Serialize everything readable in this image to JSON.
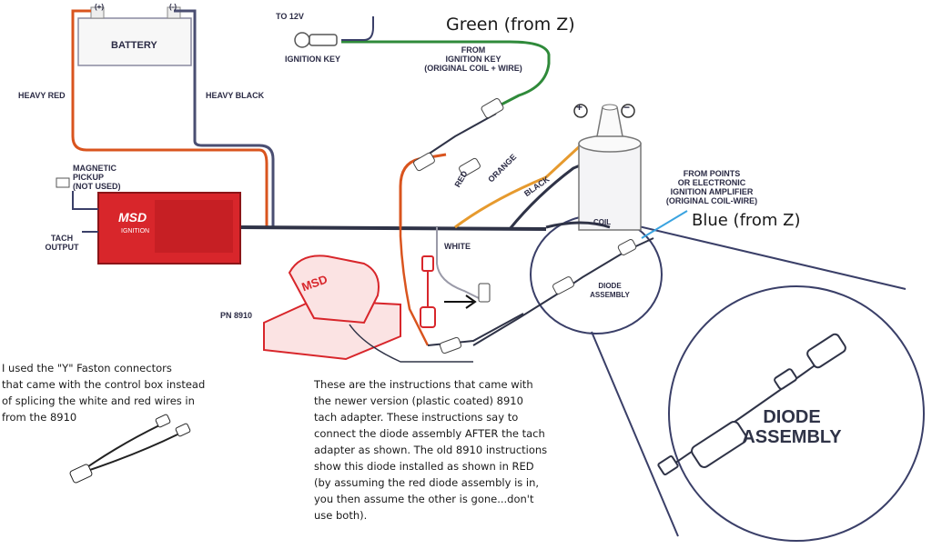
{
  "labels": {
    "battery": "BATTERY",
    "batt_pos": "(+)",
    "batt_neg": "(-)",
    "heavy_red": "HEAVY RED",
    "heavy_black": "HEAVY BLACK",
    "to_12v": "TO 12V",
    "ignition_key": "IGNITION KEY",
    "from_ignition_key": [
      "FROM",
      "IGNITION KEY",
      "(ORIGINAL COIL + WIRE)"
    ],
    "magnetic_pickup": [
      "MAGNETIC",
      "PICKUP",
      "(NOT USED)"
    ],
    "tach_output": [
      "TACH",
      "OUTPUT"
    ],
    "msd_brand": "MSD",
    "msd_sub": "IGNITION",
    "red": "RED",
    "orange": "ORANGE",
    "black": "BLACK",
    "white": "WHITE",
    "coil": "COIL",
    "coil_pos": "+",
    "coil_neg": "−",
    "from_points": [
      "FROM POINTS",
      "OR ELECTRONIC",
      "IGNITION AMPLIFIER",
      "(ORIGINAL COIL-WIRE)"
    ],
    "diode_small": [
      "DIODE",
      "ASSEMBLY"
    ],
    "pn": "PN 8910",
    "diode_big": [
      "DIODE",
      "ASSEMBLY"
    ]
  },
  "handwritten": {
    "green": "Green (from Z)",
    "blue": "Blue (from Z)"
  },
  "notes": {
    "left": [
      "I used the \"Y\" Faston connectors",
      "that came with the control box instead",
      "of splicing the white and red wires in",
      "from the 8910"
    ],
    "center": [
      "These are the instructions that came with",
      "the newer version (plastic coated) 8910",
      "tach adapter.  These instructions say to",
      "connect the diode assembly AFTER the tach",
      "adapter as shown.  The old 8910 instructions",
      "show this diode installed as shown in RED",
      "(by assuming the red diode assembly is in,",
      "you then assume the other is gone...don't",
      "use both)."
    ]
  },
  "colors": {
    "wire_red": "#d9541e",
    "wire_black": "#2f3347",
    "wire_orange": "#e69a2e",
    "wire_green": "#2f8a3a",
    "wire_blue_hand": "#3aa3e0",
    "msd_red": "#d8262b",
    "outline": "#3a3f68"
  }
}
